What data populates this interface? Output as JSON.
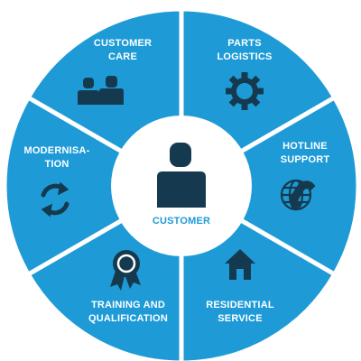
{
  "colors": {
    "segment": "#1e9bd7",
    "segment_border": "#ffffff",
    "center": "#ffffff",
    "icon": "#153a4f",
    "label": "#ffffff",
    "center_label": "#1e9bd7"
  },
  "center": {
    "label": "CUSTOMER",
    "icon": "person-icon"
  },
  "segments": [
    {
      "lines": [
        "PARTS",
        "LOGISTICS"
      ],
      "icon": "gear-icon"
    },
    {
      "lines": [
        "HOTLINE",
        "SUPPORT"
      ],
      "icon": "globe-phone-icon"
    },
    {
      "lines": [
        "RESIDENTIAL",
        "SERVICE"
      ],
      "icon": "house-icon"
    },
    {
      "lines": [
        "TRAINING AND",
        "QUALIFICATION"
      ],
      "icon": "award-ribbon-icon"
    },
    {
      "lines": [
        "MODERNISA-",
        "TION"
      ],
      "icon": "refresh-arrows-icon"
    },
    {
      "lines": [
        "CUSTOMER",
        "CARE"
      ],
      "icon": "people-icon"
    }
  ]
}
